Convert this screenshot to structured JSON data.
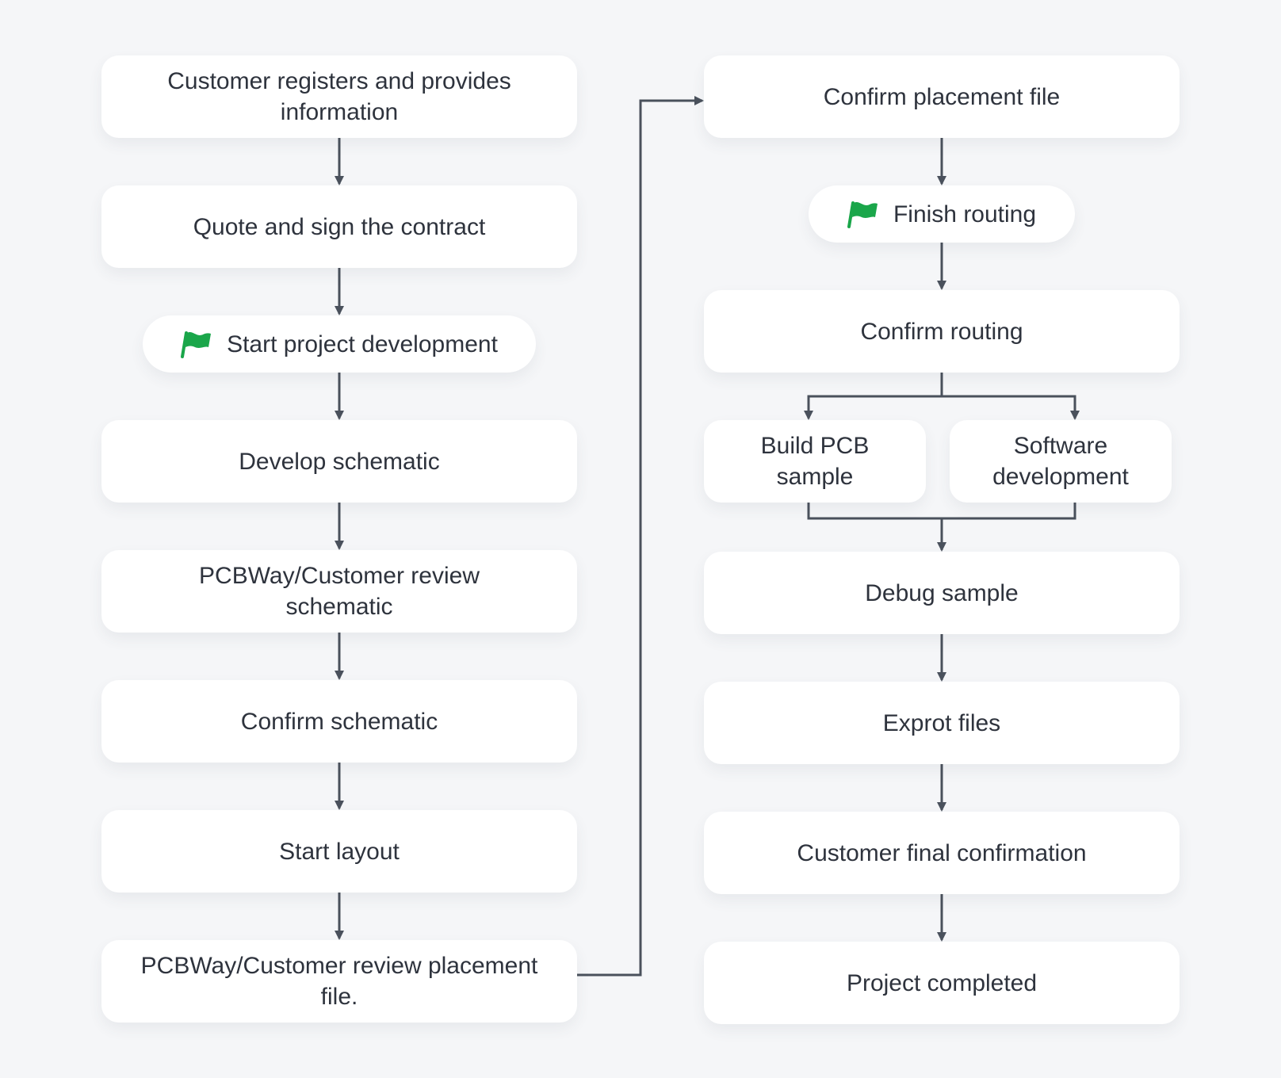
{
  "colors": {
    "background": "#f5f6f8",
    "node_fill": "#ffffff",
    "connector": "#4a515c",
    "text": "#2e333d",
    "flag": "#1aa64a"
  },
  "left_column": {
    "step_register": "Customer registers and provides information",
    "step_quote": "Quote and sign the contract",
    "milestone_start": "Start project development",
    "step_develop_schematic": "Develop schematic",
    "step_review_schematic": "PCBWay/Customer review schematic",
    "step_confirm_schematic": "Confirm schematic",
    "step_start_layout": "Start layout",
    "step_review_placement": "PCBWay/Customer review placement file."
  },
  "right_column": {
    "step_confirm_placement": "Confirm placement file",
    "milestone_routing": "Finish routing",
    "step_confirm_routing": "Confirm routing",
    "step_build_pcb": "Build PCB sample",
    "step_software": "Software development",
    "step_debug": "Debug sample",
    "step_export": "Exprot files",
    "step_final_confirmation": "Customer final confirmation",
    "step_completed": "Project completed"
  },
  "icons": {
    "milestone": "flag-icon"
  }
}
